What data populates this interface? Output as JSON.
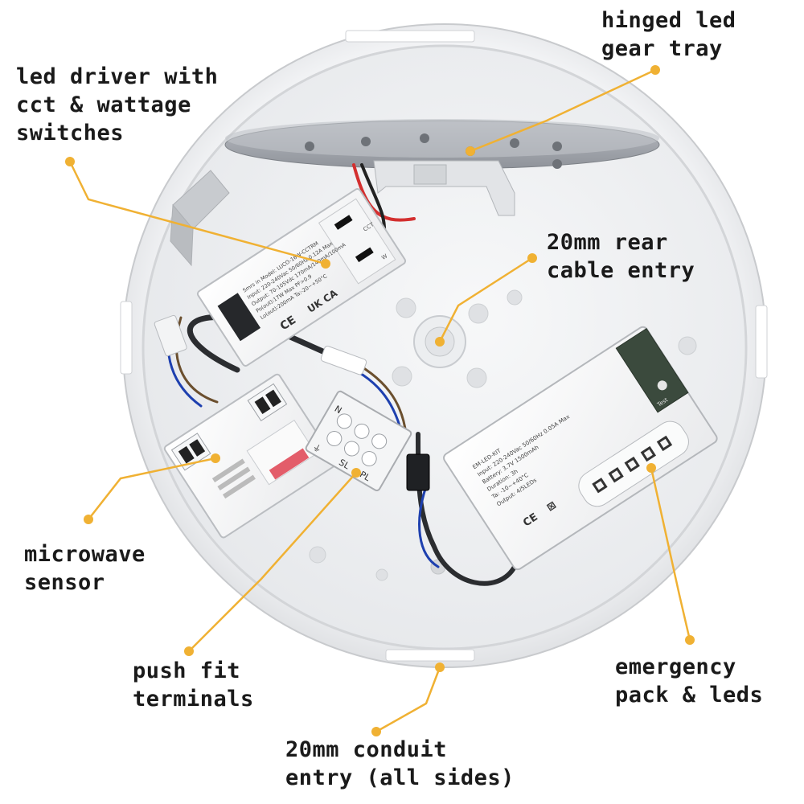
{
  "accent_color": "#f0b133",
  "callouts": [
    {
      "id": "hinged-led-gear-tray",
      "lines": [
        "hinged led",
        "gear tray"
      ]
    },
    {
      "id": "led-driver",
      "lines": [
        "led driver with",
        "cct & wattage",
        "switches"
      ]
    },
    {
      "id": "rear-cable-entry",
      "lines": [
        "20mm rear",
        "cable entry"
      ]
    },
    {
      "id": "microwave-sensor",
      "lines": [
        "microwave",
        "sensor"
      ]
    },
    {
      "id": "push-fit-terminals",
      "lines": [
        "push fit",
        "terminals"
      ]
    },
    {
      "id": "emergency-pack",
      "lines": [
        "emergency",
        "pack & leds"
      ]
    },
    {
      "id": "conduit-entry",
      "lines": [
        "20mm conduit",
        "entry (all sides)"
      ]
    }
  ],
  "driver_label": {
    "lines": [
      "Smrs in  Model: LUCO-16W-CCTRM",
      "Input: 220-240Vac 50/60Hz 0.12A Max",
      "Output: 70-105Vdc 170mA/140mA/100mA",
      "Po(out):17W Max  PF>0.9",
      "Lo(out):200mA  Ta:-20~+50°C"
    ],
    "marks": [
      "CE",
      "UK CA"
    ],
    "switch_labels": [
      "CCT",
      "W"
    ]
  },
  "terminal_marks": [
    "N",
    "⏚",
    "SL",
    "PL"
  ],
  "emergency_label": {
    "lines": [
      "EM-LED-KIT",
      "Input: 220-240Vac 50/60Hz 0.05A Max",
      "Battery: 3.7V 1500mAh",
      "Duration: 3h",
      "Ta: -10~+40°C",
      "Output: 4/5LEDs"
    ],
    "marks": [
      "CE",
      "⊠"
    ],
    "test_label": "Test"
  }
}
